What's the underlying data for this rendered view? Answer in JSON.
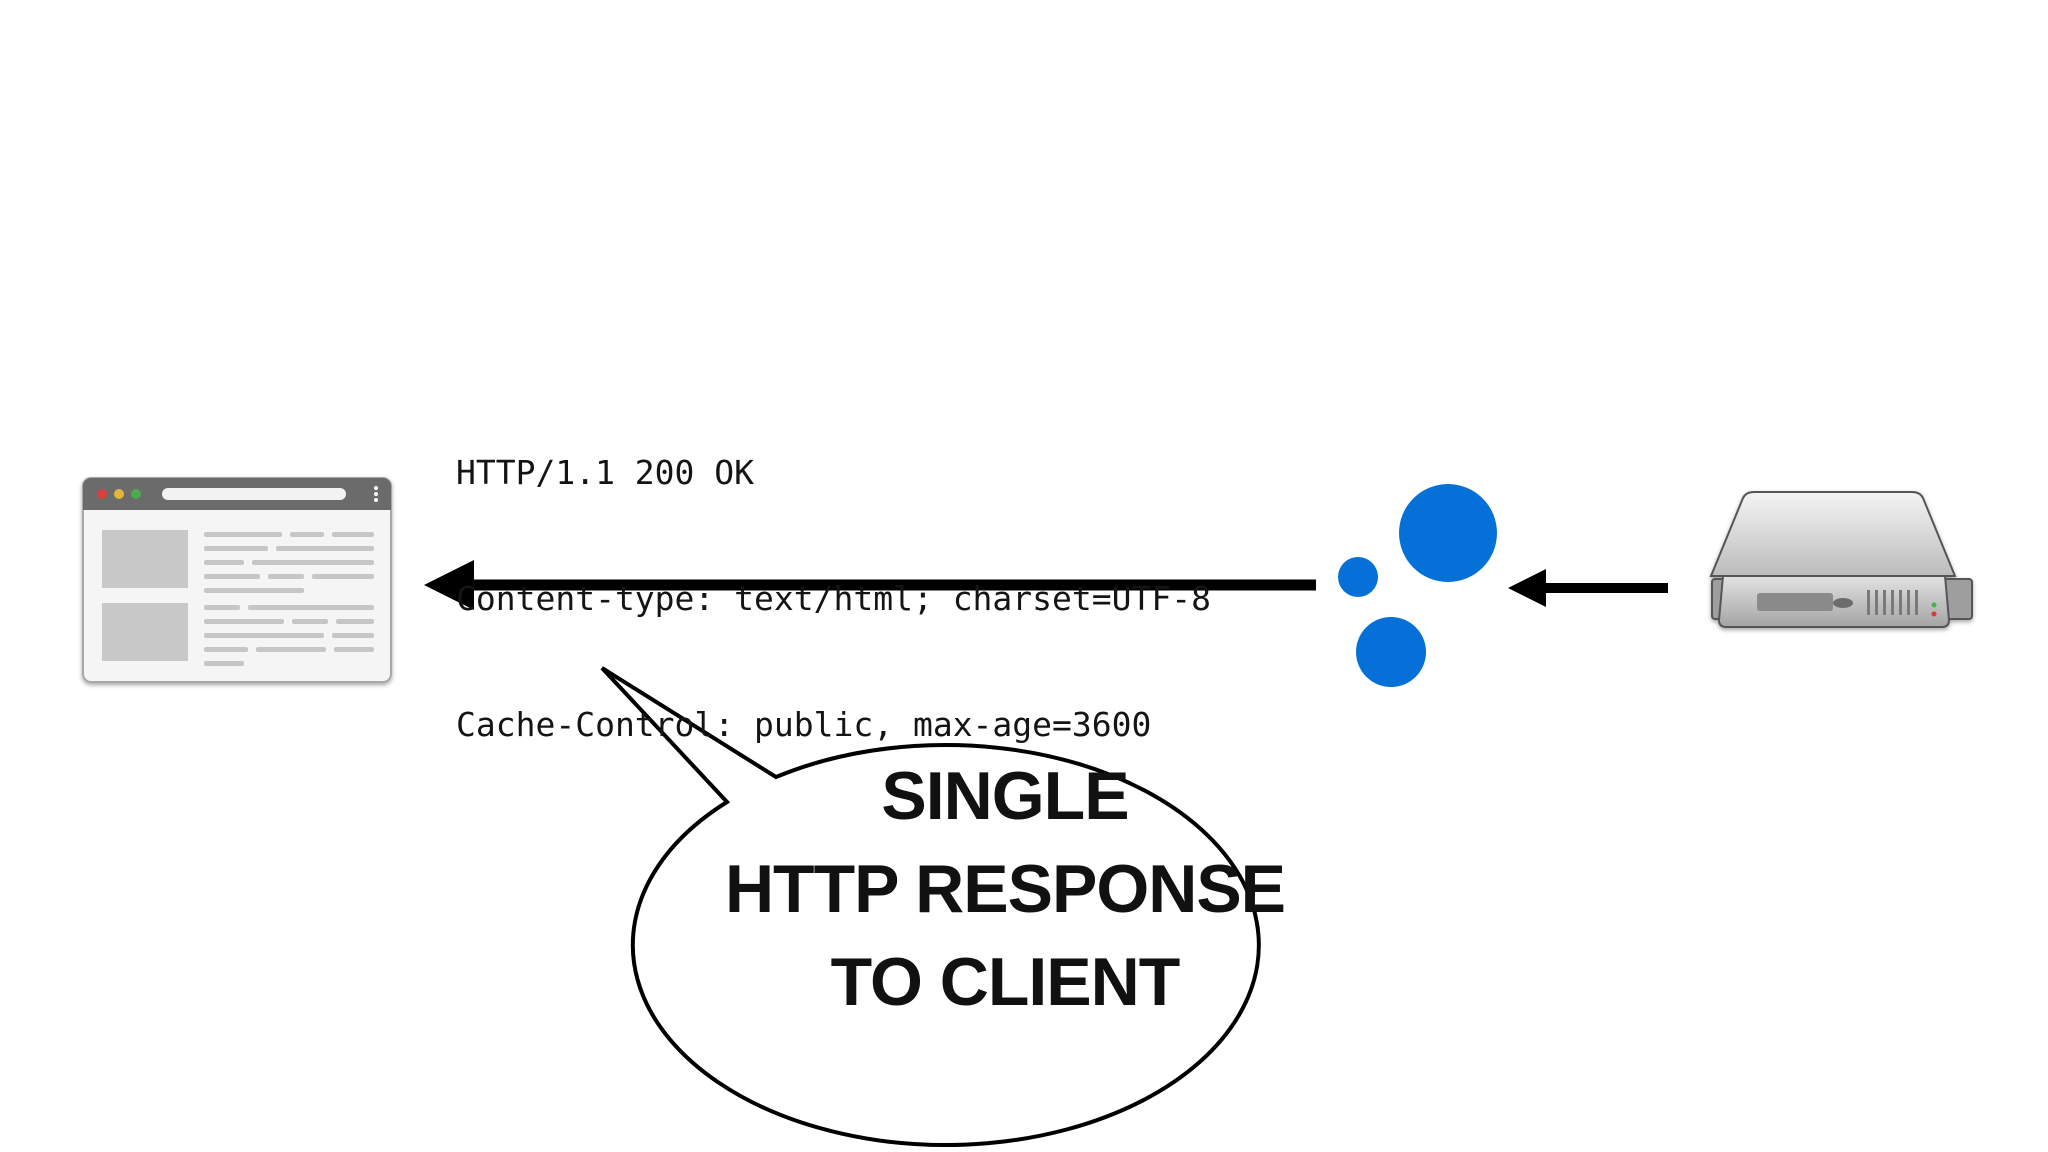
{
  "http_response": {
    "status_line": "HTTP/1.1 200 OK",
    "content_type_header": "Content-type: text/html; charset=UTF-8",
    "cache_control_header": "Cache-Control: public, max-age=3600"
  },
  "speech_bubble": {
    "lines": [
      "SINGLE",
      "HTTP RESPONSE",
      "TO CLIENT"
    ]
  },
  "icons": {
    "client": "browser-window-icon",
    "proxy": "blue-dots-logo-icon",
    "origin": "server-icon"
  },
  "colors": {
    "arrow": "#000000",
    "logo_blue": "#0571d8",
    "browser_titlebar": "#6b6b6b",
    "window_dot_red": "#d9423c",
    "window_dot_yellow": "#e2b63a",
    "window_dot_green": "#4caa4f"
  }
}
